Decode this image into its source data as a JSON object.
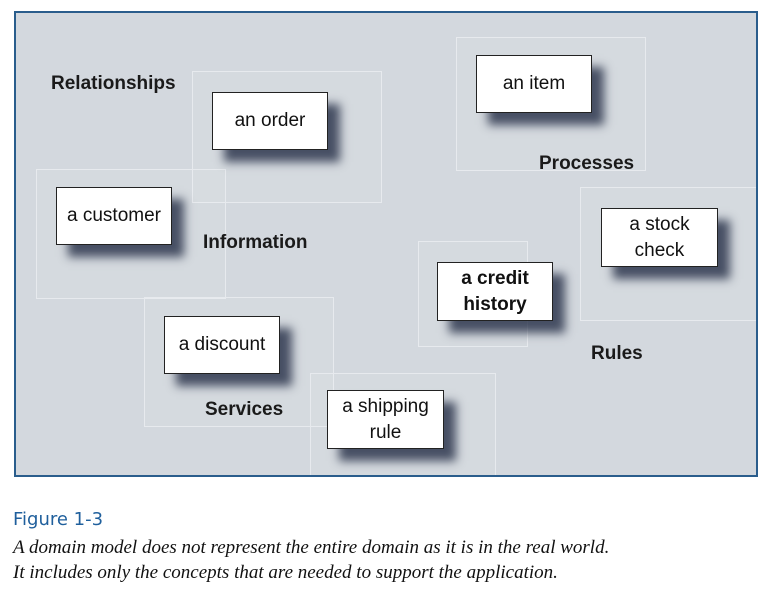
{
  "diagram": {
    "concepts": [
      {
        "id": "an-order",
        "text": "an order",
        "bold": false
      },
      {
        "id": "an-item",
        "text": "an item",
        "bold": false
      },
      {
        "id": "a-customer",
        "text": "a customer",
        "bold": false
      },
      {
        "id": "a-stock-check",
        "text": "a stock check",
        "bold": false
      },
      {
        "id": "a-credit-history",
        "text": "a credit history",
        "bold": true
      },
      {
        "id": "a-discount",
        "text": "a discount",
        "bold": false
      },
      {
        "id": "a-shipping-rule",
        "text": "a shipping rule",
        "bold": false
      }
    ],
    "labels": {
      "relationships": "Relationships",
      "processes": "Processes",
      "information": "Information",
      "rules": "Rules",
      "services": "Services"
    }
  },
  "caption": {
    "figure": "Figure 1-3",
    "line1": "A domain model does not represent the entire domain as it is in the real world.",
    "line2": "It includes only the concepts that are needed to support the application."
  }
}
